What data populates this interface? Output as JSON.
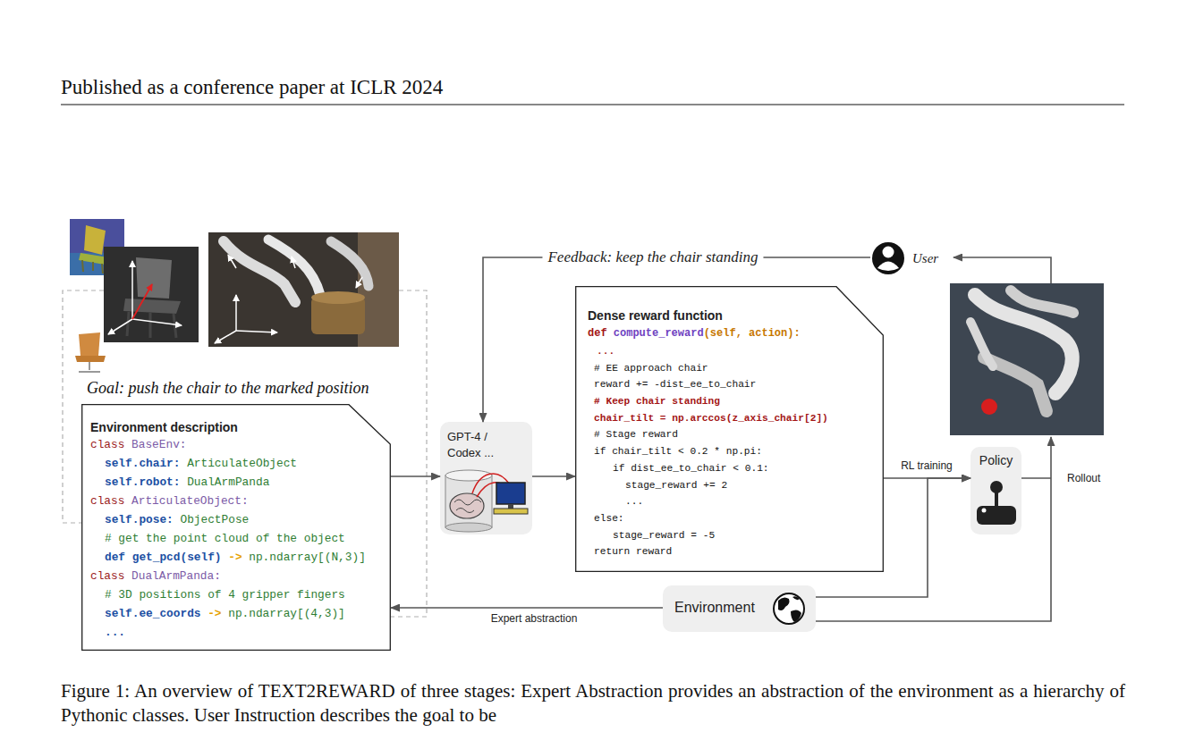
{
  "diagram": {
    "caption": "Figure 1: An overview of TEXT2REWARD of three stages: Expert Abstraction provides an abstraction of the environment as a hierarchy of Pythonic classes. User Instruction describes the goal to be",
    "nodes": [
      {
        "text": [
          "Environment description",
          "class",
          "BaseEnv:",
          "self.chair:",
          "ArticulateObject",
          "self.robot:",
          "DualArmPanda",
          "class",
          "ArticulateObject:",
          "self.pose:",
          "ObjectPose",
          "# get the point cloud of the object",
          "def get_pcd(self)",
          "->",
          "np.ndarray[(N,3)]",
          "class",
          "DualArmPanda:",
          "# 3D positions of 4 gripper fingers",
          "self.ee_coords",
          "->",
          "np.ndarray[(4,3)]",
          "..."
        ]
      },
      {
        "text": [
          "GPT-4 / Codex ..."
        ]
      },
      {
        "text": [
          "Dense reward function",
          "def",
          "compute_reward",
          "(self, action):",
          "...",
          "# EE approach chair",
          "reward += -dist_ee_to_chair",
          "# Keep chair standing",
          "chair_tilt = np.arccos(z_axis_chair[2])",
          "# Stage reward",
          "if chair_tilt < 0.2 * np.pi:",
          "if dist_ee_to_chair < 0.1:",
          "stage_reward += 2",
          "...",
          "else:",
          "stage_reward = -5",
          "return reward"
        ]
      },
      {
        "text": [
          "Policy"
        ]
      },
      {
        "text": [
          "Environment"
        ]
      },
      {
        "text": [
          "User"
        ]
      }
    ],
    "edges": [
      {
        "from": 0,
        "to": 1,
        "arrow": "to"
      },
      {
        "from": 1,
        "to": 2,
        "arrow": "to"
      },
      {
        "from": 2,
        "to": 3,
        "arrow": "to",
        "label": "RL training"
      },
      {
        "from": 4,
        "to": 3,
        "arrow": "to"
      },
      {
        "from": 5,
        "to": 1,
        "arrow": "to",
        "label": "Feedback: keep the chair standing"
      },
      {
        "from": 4,
        "to": 0,
        "arrow": "to",
        "label": "Expert abstraction"
      }
    ],
    "labels": [
      "Published as a conference paper at ICLR 2024",
      "Goal: push the chair to the marked position",
      "Rollout"
    ]
  }
}
